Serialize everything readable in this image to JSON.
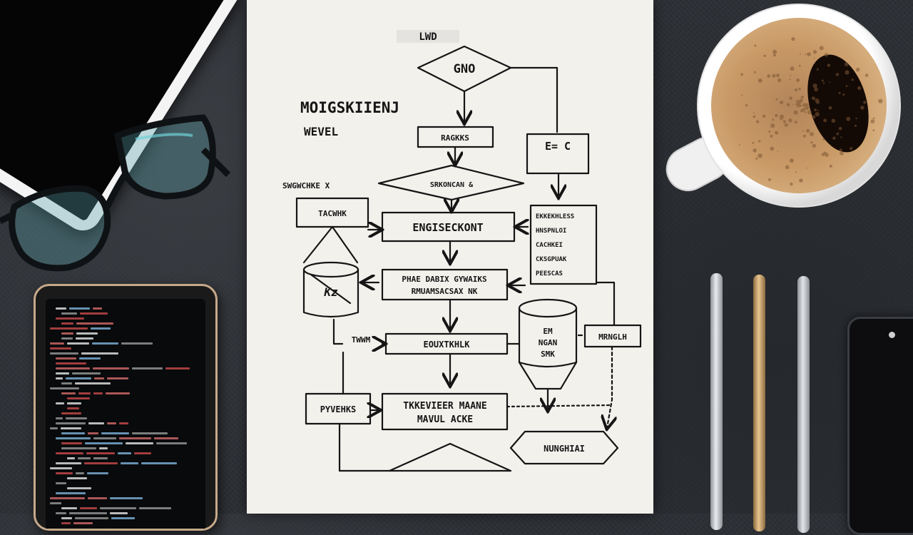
{
  "flowchart": {
    "top_label": "LWD",
    "start_diamond": "GNO",
    "title_line1": "MOIGSKIIENJ",
    "title_line2": "WEVEL",
    "box_1": "RAGKKS",
    "side_box_right": "E= C",
    "decision_diamond": "SRKONCAN &",
    "left_label": "SWGWCHKE X",
    "left_box": "TACWHK",
    "main_box": "ENGISECKONT",
    "right_note": [
      "EKKEKHLESS",
      "HNSPNLOI",
      "CACHKEI",
      "CKSGPUAK",
      "PEESCAS"
    ],
    "cylinder_mark": "Kz",
    "process_box_line1": "PHAE DABIX GYWAIKS",
    "process_box_line2": "RMUAMSACSAX NK",
    "left_box_2": "TWWM",
    "center_box": "EOUXTKHLK",
    "db_label": [
      "EM",
      "NGAN",
      "SMK"
    ],
    "right_box_2": "MRNGLH",
    "left_box_3": "PYVEHKS",
    "bottom_box_line1": "TKKEVIEER MAANE",
    "bottom_box_line2": "MAVUL ACKE",
    "end_hexagon": "NUNGHIAI"
  },
  "colors": {
    "table": "#2d3035",
    "paper": "#f3f1ec",
    "ink": "#151515",
    "coffee": "#c99a66",
    "pen_silver": "#cfd2d6",
    "pen_gold": "#c9a06a"
  }
}
